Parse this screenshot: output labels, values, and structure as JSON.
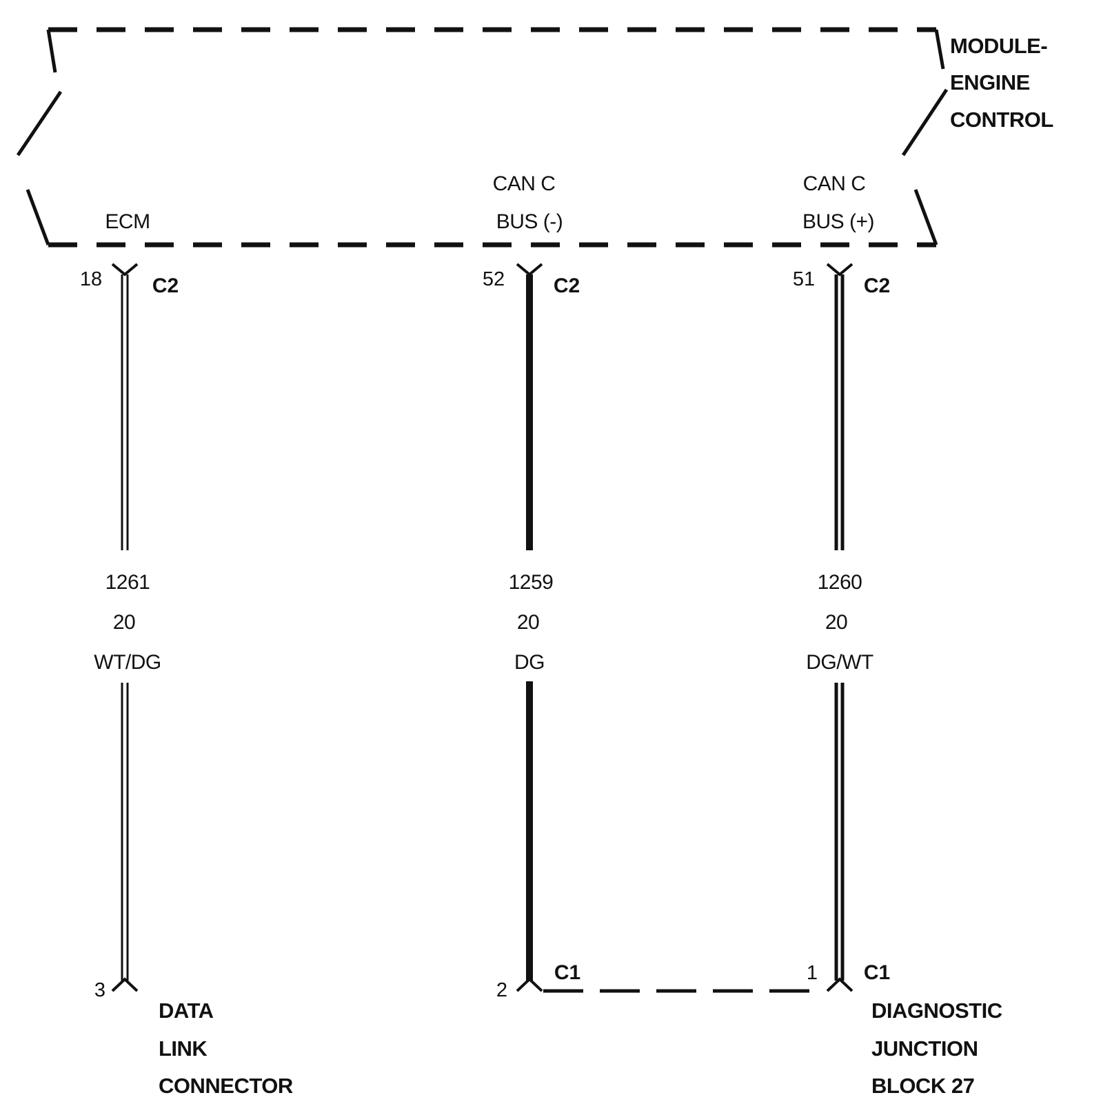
{
  "module": {
    "name_lines": [
      "MODULE-",
      "ENGINE",
      "CONTROL"
    ],
    "terminals": [
      {
        "label_lines": [
          "ECM"
        ]
      },
      {
        "label_lines": [
          "CAN C",
          "BUS (-)"
        ]
      },
      {
        "label_lines": [
          "CAN C",
          "BUS (+)"
        ]
      }
    ]
  },
  "circuits": [
    {
      "top_pin": "18",
      "top_connector": "C2",
      "circuit_number": "1261",
      "wire_gauge": "20",
      "wire_color": "WT/DG",
      "bottom_pin": "3",
      "bottom_connector": "",
      "wire_style": "double"
    },
    {
      "top_pin": "52",
      "top_connector": "C2",
      "circuit_number": "1259",
      "wire_gauge": "20",
      "wire_color": "DG",
      "bottom_pin": "2",
      "bottom_connector": "C1",
      "wire_style": "solid"
    },
    {
      "top_pin": "51",
      "top_connector": "C2",
      "circuit_number": "1260",
      "wire_gauge": "20",
      "wire_color": "DG/WT",
      "bottom_pin": "1",
      "bottom_connector": "C1",
      "wire_style": "double"
    }
  ],
  "destinations": [
    {
      "name_lines": [
        "DATA",
        "LINK",
        "CONNECTOR"
      ]
    },
    {
      "name_lines": [
        "DIAGNOSTIC",
        "JUNCTION",
        "BLOCK 27"
      ]
    }
  ],
  "colors": {
    "ink": "#111111",
    "background": "#ffffff"
  }
}
